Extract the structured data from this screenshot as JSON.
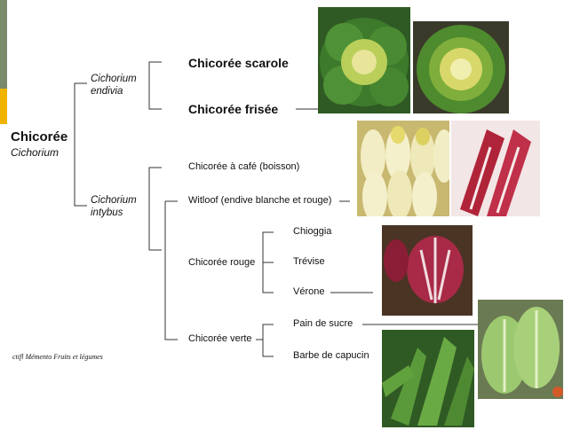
{
  "root": {
    "name": "Chicorée",
    "latin": "Cichorium"
  },
  "species": [
    {
      "latin_line1": "Cichorium",
      "latin_line2": "endivia"
    },
    {
      "latin_line1": "Cichorium",
      "latin_line2": "intybus"
    }
  ],
  "endivia_varieties": [
    "Chicorée scarole",
    "Chicorée frisée"
  ],
  "intybus_varieties": [
    "Chicorée à café (boisson)",
    "Witloof (endive blanche et rouge)",
    "Chicorée rouge",
    "Chicorée verte"
  ],
  "rouge_types": [
    "Chioggia",
    "Trévise",
    "Vérone"
  ],
  "verte_types": [
    "Pain de sucre",
    "Barbe de capucin"
  ],
  "credit": "ctifl Mémento Fruits et légumes",
  "photos": [
    "scarole-photo",
    "frisee-photo",
    "endive-photo",
    "red-endive-photo",
    "radicchio-photo",
    "dandelion-photo",
    "sugarloaf-photo"
  ]
}
